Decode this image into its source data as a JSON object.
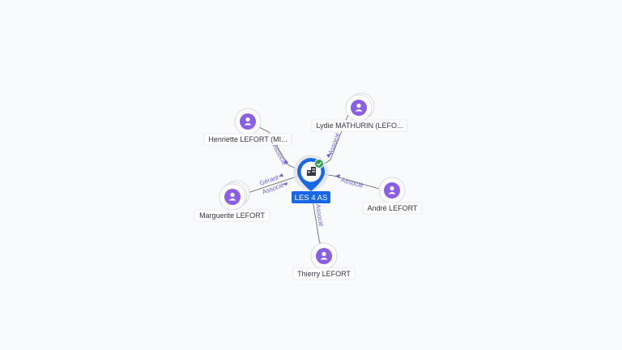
{
  "center": {
    "label": "LES 4 AS",
    "icon": "building-icon",
    "badge": "check-badge-icon"
  },
  "nodes": [
    {
      "id": "henriette",
      "label": "Henriette LEFORT (MI...",
      "icon": "person-icon",
      "stacked": false
    },
    {
      "id": "lydie",
      "label": "Lydie MATHURIN (LEFO...",
      "icon": "person-icon",
      "stacked": true
    },
    {
      "id": "marguerite",
      "label": "Marguerite LEFORT",
      "icon": "person-icon",
      "stacked": true
    },
    {
      "id": "andre",
      "label": "André LEFORT",
      "icon": "person-icon",
      "stacked": false
    },
    {
      "id": "thierry",
      "label": "Thierry LEFORT",
      "icon": "person-icon",
      "stacked": false
    }
  ],
  "edges": [
    {
      "from": "henriette",
      "labels": [
        "Associé"
      ]
    },
    {
      "from": "lydie",
      "labels": [
        "Associé"
      ]
    },
    {
      "from": "marguerite",
      "labels": [
        "Gérant",
        "Associé"
      ]
    },
    {
      "from": "andre",
      "labels": [
        "Associé"
      ]
    },
    {
      "from": "thierry",
      "labels": [
        "Associé"
      ]
    }
  ],
  "colors": {
    "accent": "#1867e6",
    "person": "#8a5fe6",
    "edge_label": "#6b63d8",
    "badge": "#2e9e4f"
  }
}
